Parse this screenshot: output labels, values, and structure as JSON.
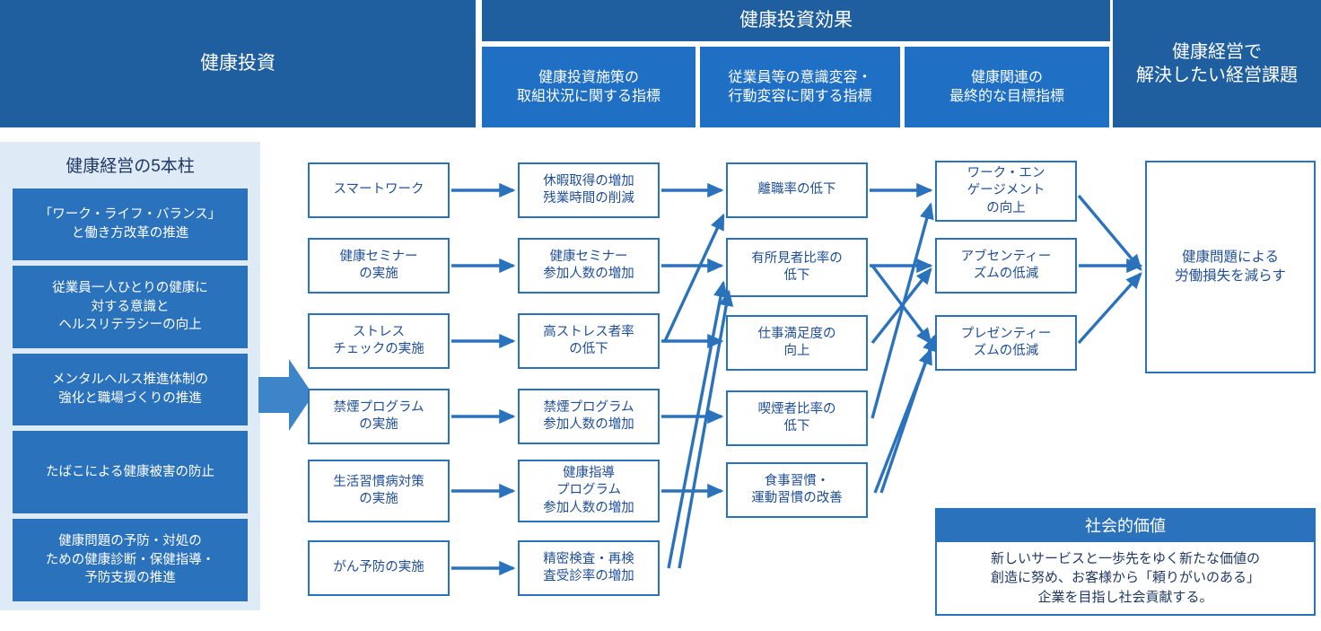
{
  "header": {
    "investment": "健康投資",
    "effect": "健康投資効果",
    "goal": "健康経営で\n解決したい経営課題",
    "sub": [
      "健康投資施策の\n取組状況に関する指標",
      "従業員等の意識変容・\n行動変容に関する指標",
      "健康関連の\n最終的な目標指標"
    ]
  },
  "pillars": {
    "title": "健康経営の5本柱",
    "items": [
      "「ワーク・ライフ・バランス」\nと働き方改革の推進",
      "従業員一人ひとりの健康に\n対する意識と\nヘルスリテラシーの向上",
      "メンタルヘルス推進体制の\n強化と職場づくりの推進",
      "たばこによる健康被害の防止",
      "健康問題の予防・対処の\nための健康診断・保健指導・\n予防支援の推進"
    ]
  },
  "columns": {
    "measures": [
      "スマートワーク",
      "健康セミナー\nの実施",
      "ストレス\nチェックの実施",
      "禁煙プログラム\nの実施",
      "生活習慣病対策\nの実施",
      "がん予防の実施"
    ],
    "activity_indicators": [
      "休暇取得の増加\n残業時間の削減",
      "健康セミナー\n参加人数の増加",
      "高ストレス者率\nの低下",
      "禁煙プログラム\n参加人数の増加",
      "健康指導\nプログラム\n参加人数の増加",
      "精密検査・再検\n査受診率の増加"
    ],
    "behavior_indicators": [
      "離職率の低下",
      "有所見者比率の\n低下",
      "仕事満足度の\n向上",
      "喫煙者比率の\n低下",
      "食事習慣・\n運動習慣の改善"
    ],
    "final_indicators": [
      "ワーク・エン\nゲージメント\nの向上",
      "アブセンティー\nズムの低減",
      "プレゼンティー\nズムの低減"
    ],
    "business_goal": "健康問題による\n労働損失を減らす"
  },
  "social_value": {
    "title": "社会的価値",
    "body": "新しいサービスと一歩先をゆく新たな価値の\n創造に努め、お客様から「頼りがいのある」\n企業を目指し社会貢献する。"
  },
  "colors": {
    "header_dark": "#1F5FA0",
    "header_mid": "#1F6FC4",
    "panel_bg": "#DEEAF6",
    "accent": "#2B72BD",
    "node_text": "#1F4E99",
    "title_text": "#1F3864"
  },
  "icons": {
    "flow_arrow": "right-arrow-icon",
    "big_arrow": "big-right-arrow-icon"
  }
}
